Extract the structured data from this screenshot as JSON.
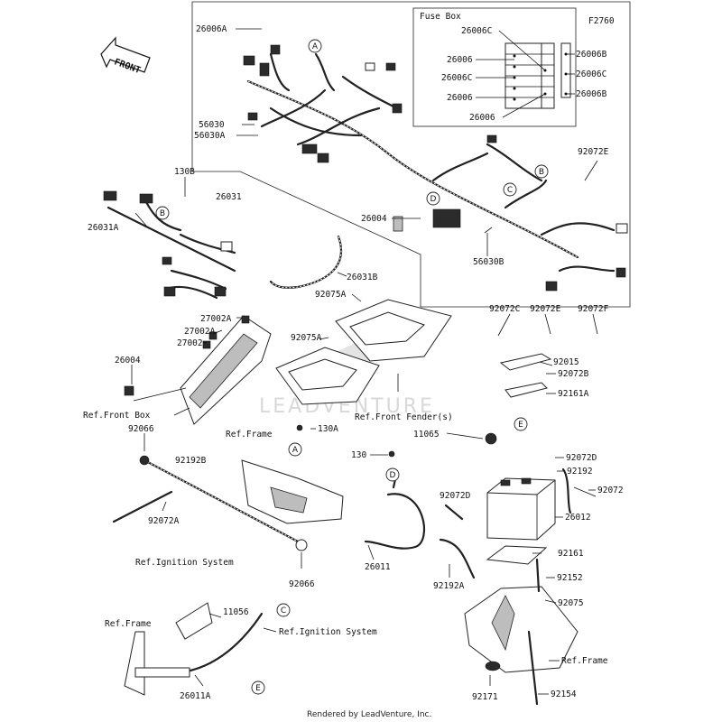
{
  "diagram_code": "F2760",
  "front_arrow": "FRONT",
  "fuse_box_title": "Fuse Box",
  "watermark": "LEADVENTURE",
  "footer": "Rendered by LeadVenture, Inc.",
  "labels": {
    "p26006A": "26006A",
    "p56030": "56030",
    "p56030A": "56030A",
    "p26031": "26031",
    "p130B": "130B",
    "p26031A": "26031A",
    "p26004_top": "26004",
    "p56030B": "56030B",
    "p26031B": "26031B",
    "p92072E_top": "92072E",
    "fb_26006C_a": "26006C",
    "fb_26006_a": "26006",
    "fb_26006C_b": "26006C",
    "fb_26006_b": "26006",
    "fb_26006_c": "26006",
    "fb_26006B_a": "26006B",
    "fb_26006C_c": "26006C",
    "fb_26006B_b": "26006B",
    "p92075A_a": "92075A",
    "p27002A_a": "27002A",
    "p27002A_b": "27002A",
    "p27002": "27002",
    "p26004_mid": "26004",
    "p92075A_b": "92075A",
    "ref_front_box": "Ref.Front Box",
    "ref_front_fender": "Ref.Front Fender(s)",
    "p92072C": "92072C",
    "p92072E_mid": "92072E",
    "p92072F": "92072F",
    "p92015": "92015",
    "p92072B": "92072B",
    "p92161A": "92161A",
    "p92066_a": "92066",
    "p92192B": "92192B",
    "ref_frame_a": "Ref.Frame",
    "p130A": "130A",
    "p11065": "11065",
    "p130": "130",
    "p92072D_a": "92072D",
    "p92192": "92192",
    "p92072": "92072",
    "p92072A": "92072A",
    "p92072D_b": "92072D",
    "p26012": "26012",
    "p26011": "26011",
    "p92161": "92161",
    "p92066_b": "92066",
    "p92192A": "92192A",
    "p92152": "92152",
    "ref_ignition_a": "Ref.Ignition System",
    "p11056": "11056",
    "ref_frame_b": "Ref.Frame",
    "ref_ignition_b": "Ref.Ignition System",
    "p92075": "92075",
    "ref_frame_c": "Ref.Frame",
    "p26011A": "26011A",
    "p92171": "92171",
    "p92154": "92154"
  },
  "callouts": {
    "A1": "A",
    "B1": "B",
    "B2": "B",
    "C1": "C",
    "D1": "D",
    "A2": "A",
    "D2": "D",
    "E1": "E",
    "C2": "C",
    "E2": "E"
  }
}
